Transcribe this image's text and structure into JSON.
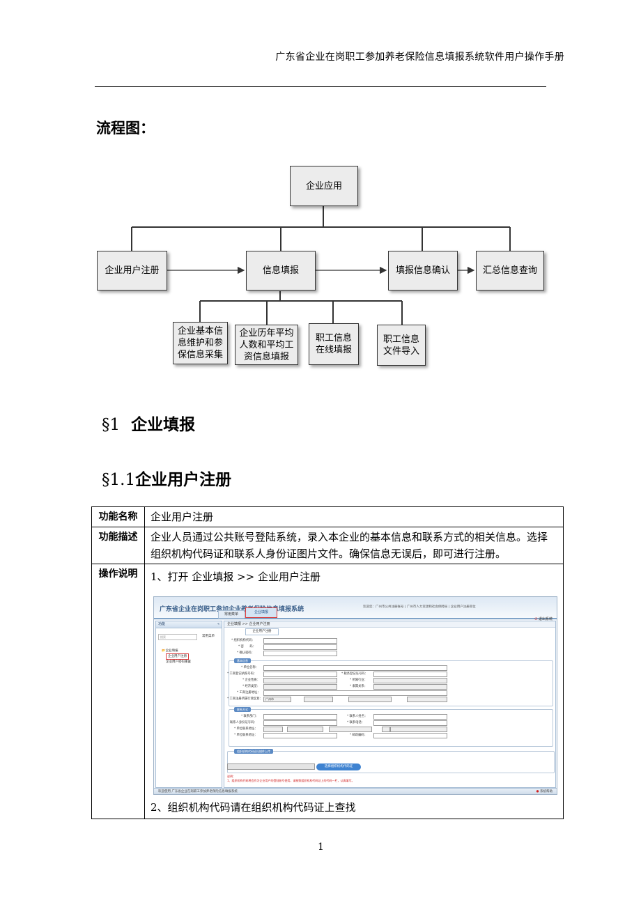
{
  "header": {
    "title": "广东省企业在岗职工参加养老保险信息填报系统软件用户操作手册"
  },
  "flowchart": {
    "heading": "流程图：",
    "nodes": {
      "root": "企业应用",
      "register": "企业用户注册",
      "fill": "信息填报",
      "confirm": "填报信息确认",
      "summary": "汇总信息查询",
      "basic": "企业基本信息维护和参保信息采集",
      "avg": "企业历年平均人数和平均工资信息填报",
      "online": "职工信息在线填报",
      "import": "职工信息文件导入"
    }
  },
  "section1": {
    "num": "§1",
    "title": "企业填报"
  },
  "section1_1": {
    "num": "§1.1",
    "title": "企业用户注册"
  },
  "table": {
    "rows": [
      {
        "key": "功能名称",
        "value": "企业用户注册"
      },
      {
        "key": "功能描述",
        "value": "企业人员通过公共账号登陆系统，录入本企业的基本信息和联系方式的相关信息。选择组织机构代码证和联系人身份证图片文件。确保信息无误后，即可进行注册。"
      },
      {
        "key": "操作说明"
      }
    ],
    "step1": "1、打开  企业填报  >>  企业用户注册",
    "step2": "2、组织机构代码请在组织机构代码证上查找"
  },
  "screenshot": {
    "system_title": "广东省企业在岗职工参加企业养老保险信息填报系统",
    "welcome": "欢迎您：广州市公共注册账号  |  广州市人力资源和社会保障局  |  企业用户注册岗位",
    "tab_common": "常用菜单",
    "tab_enterprise": "企业填报",
    "logout": "退出系统",
    "left_head": "功能",
    "left_search": "搜索",
    "left_common": "常用菜单",
    "tree_root": "企业填报",
    "tree_item1": "企业用户注册",
    "tree_item2": "企业用户密码重置",
    "breadcrumb": "企业填报 >> 企业用户注册",
    "inner_tab": "企业用户注册",
    "fields": {
      "org_code": "* 组织机构代码：",
      "password": "* 密　　码：",
      "confirm_password": "* 确认密码：",
      "unit_name": "* 单位名称：",
      "biz_reg_no": "* 工商登记执照号码：",
      "tax_reg_no": "* 税务登记证号码：",
      "ent_nature": "* 企业性质：",
      "industry": "* 所属行业：",
      "econ_type": "* 经济类型：",
      "affiliation": "* 隶属关系：",
      "biz_address": "* 工商注册地址：",
      "biz_region": "* 工商注册所属行政区划：",
      "region_value": "广州市",
      "contact_dept": "* 联系部门：",
      "contact_name": "* 联系人姓名：",
      "contact_id": "联系人身份证号码：",
      "contact_phone": "* 联系电话：",
      "unit_contact_address": "* 单位联系地址：",
      "unit_address": "* 单位联系地址：",
      "postcode": "* 邮政编码："
    },
    "group_basic": "基本信息",
    "group_contact": "联系方式",
    "group_upload": "组织机构代码证扫描件上传",
    "upload_button": "选择组织机构代码证",
    "note_title": "说明：",
    "note_text": "1、组织机构代码将会作为企业用户的登陆账号使用，请按照组织机构代码证上的代码一栏，认真填写。",
    "status_left": "欢迎使用  广东省企业在岗职工参加养老保险信息填报系统",
    "status_right": "系统帮助"
  },
  "page_number": "1"
}
